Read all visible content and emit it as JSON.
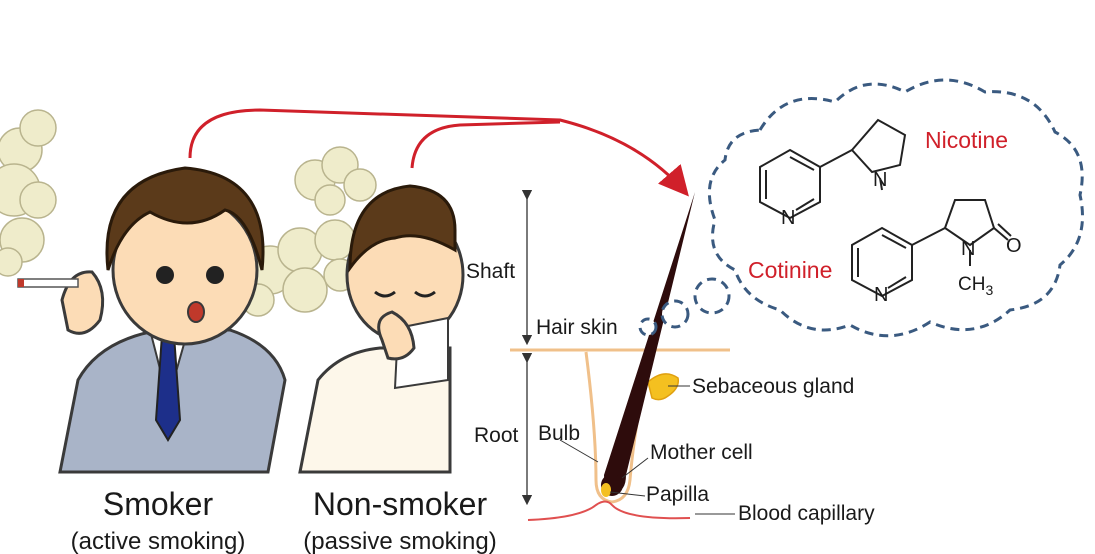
{
  "people": {
    "smoker": {
      "name": "Smoker",
      "sub": "(active smoking)"
    },
    "nonsmoker": {
      "name": "Non-smoker",
      "sub": "(passive smoking)"
    }
  },
  "hair": {
    "shaft": "Shaft",
    "root": "Root",
    "hair_skin": "Hair skin",
    "sebaceous": "Sebaceous gland",
    "bulb": "Bulb",
    "mother_cell": "Mother cell",
    "papilla": "Papilla",
    "capillary": "Blood capillary"
  },
  "molecules": {
    "nicotine": "Nicotine",
    "cotinine": "Cotinine",
    "n_label": "N",
    "o_label": "O",
    "ch3_label": "CH",
    "ch3_sub": "3"
  },
  "colors": {
    "arrow": "#d0202a",
    "bubble": "#3a5a80",
    "smoke": "#efeccb",
    "suit": "#a9b4c8",
    "hair_dark": "#2e0c0c",
    "skin_line": "#f0c08a",
    "gland": "#f4c020",
    "capillary": "#e05050"
  }
}
